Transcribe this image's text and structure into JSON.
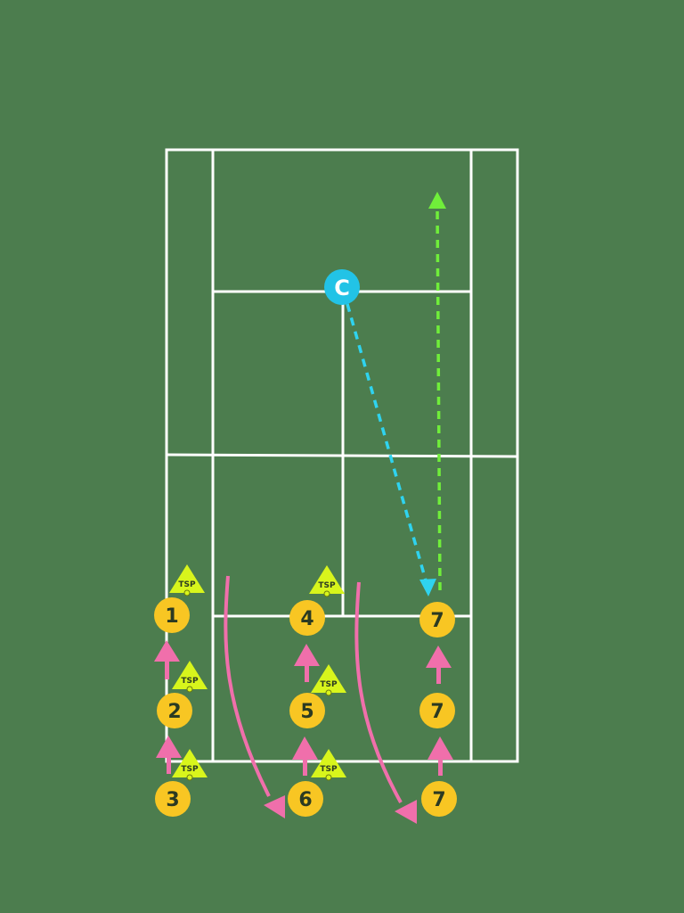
{
  "colors": {
    "background": "#4c7d4e",
    "court_lines": "#ffffff",
    "player": "#f8c623",
    "coach": "#22c3e6",
    "cone": "#d8f51c",
    "movement_arrow": "#f06fab",
    "ball_path_coach": "#2fd3ef",
    "ball_path_player": "#70ee3a"
  },
  "coach": {
    "label": "C"
  },
  "players": [
    {
      "id": "p1",
      "label": "1"
    },
    {
      "id": "p2",
      "label": "2"
    },
    {
      "id": "p3",
      "label": "3"
    },
    {
      "id": "p4",
      "label": "4"
    },
    {
      "id": "p5",
      "label": "5"
    },
    {
      "id": "p6",
      "label": "6"
    },
    {
      "id": "p7a",
      "label": "7"
    },
    {
      "id": "p7b",
      "label": "7"
    },
    {
      "id": "p7c",
      "label": "7"
    }
  ],
  "cones": [
    {
      "id": "c1",
      "label": "TSP"
    },
    {
      "id": "c2",
      "label": "TSP"
    },
    {
      "id": "c3",
      "label": "TSP"
    },
    {
      "id": "c4",
      "label": "TSP"
    },
    {
      "id": "c5",
      "label": "TSP"
    },
    {
      "id": "c6",
      "label": "TSP"
    }
  ]
}
